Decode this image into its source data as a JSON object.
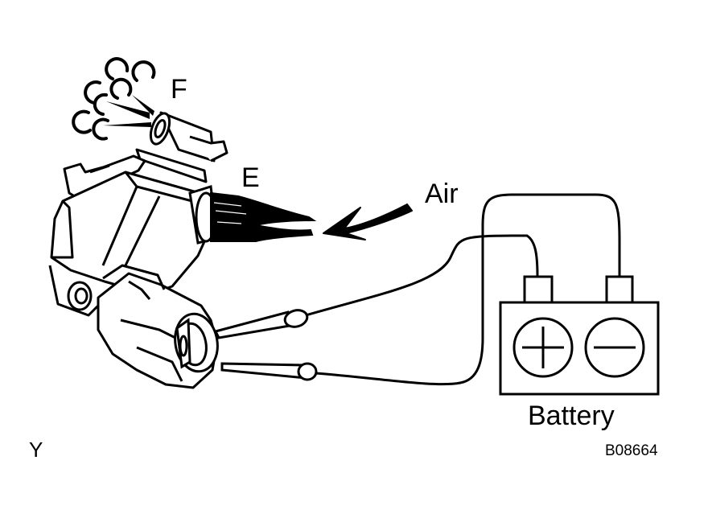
{
  "labels": {
    "port_f": "F",
    "port_e": "E",
    "air": "Air",
    "battery": "Battery",
    "corner": "Y",
    "figure_code": "B08664"
  },
  "icons": {
    "plus": "plus-terminal-icon",
    "minus": "minus-terminal-icon"
  },
  "colors": {
    "ink": "#000000",
    "paper": "#ffffff"
  }
}
